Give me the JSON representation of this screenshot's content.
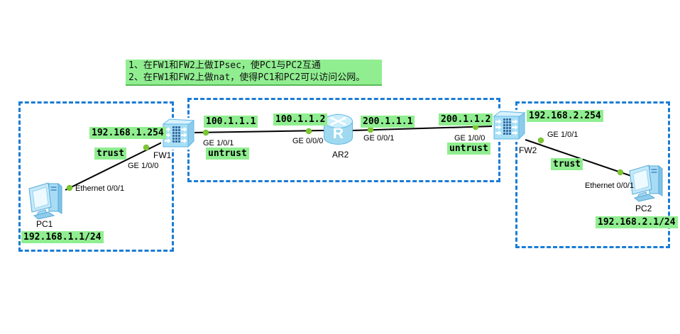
{
  "annotation": {
    "line1": "1、在FW1和FW2上做IPsec，使PC1与PC2互通",
    "line2": "2、在FW1和FW2上做nat，使得PC1和PC2可以访问公网。"
  },
  "devices": {
    "pc1": {
      "label": "PC1",
      "type": "pc"
    },
    "fw1": {
      "label": "FW1",
      "type": "firewall"
    },
    "ar2": {
      "label": "AR2",
      "type": "router",
      "glyph": "R"
    },
    "fw2": {
      "label": "FW2",
      "type": "firewall"
    },
    "pc2": {
      "label": "PC2",
      "type": "pc"
    }
  },
  "ip_labels": {
    "pc1_ip": "192.168.1.1/24",
    "fw1_inside_ip": "192.168.1.254",
    "fw1_trust_zone": "trust",
    "fw1_outside_ip": "100.1.1.1",
    "fw1_untrust_zone": "untrust",
    "ar2_left_ip": "100.1.1.2",
    "ar2_right_ip": "200.1.1.1",
    "fw2_outside_ip": "200.1.1.2",
    "fw2_untrust_zone": "untrust",
    "fw2_inside_ip": "192.168.2.254",
    "fw2_trust_zone": "trust",
    "pc2_ip": "192.168.2.1/24"
  },
  "port_labels": {
    "pc1_eth": "Ethernet 0/0/1",
    "fw1_ge100": "GE 1/0/0",
    "fw1_ge101": "GE 1/0/1",
    "ar2_ge000": "GE 0/0/0",
    "ar2_ge001": "GE 0/0/1",
    "fw2_ge100": "GE 1/0/0",
    "fw2_ge101": "GE 1/0/1",
    "pc2_eth": "Ethernet 0/0/1"
  },
  "colors": {
    "label_bg": "#90EE90",
    "annotation_bg": "#90EE90",
    "annotation_border": "#57B957",
    "zone_border": "#1A7CD5",
    "link": "#000000",
    "endpoint_dot": "#7DC832"
  }
}
